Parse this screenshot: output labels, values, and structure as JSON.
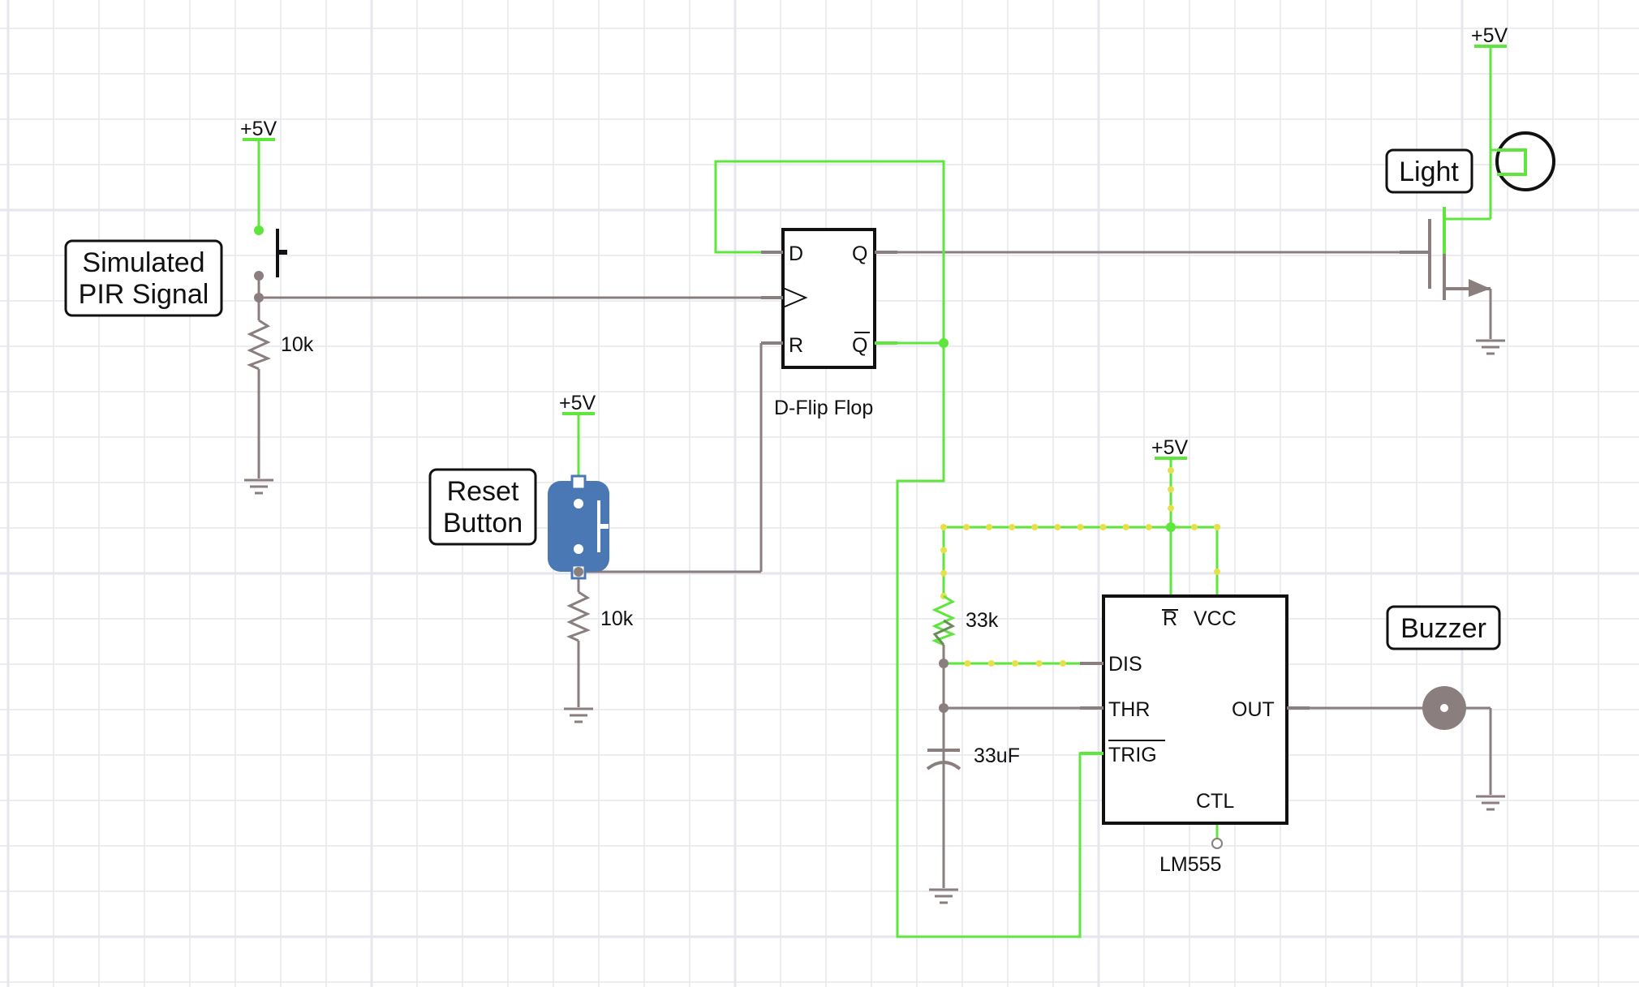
{
  "labels": {
    "pir_signal": [
      "Simulated",
      "PIR Signal"
    ],
    "reset_button": [
      "Reset",
      "Button"
    ],
    "light": "Light",
    "buzzer": "Buzzer",
    "dff_caption": "D-Flip Flop",
    "timer_caption": "LM555"
  },
  "supply": "+5V",
  "resistors": {
    "r1": "10k",
    "r2": "10k",
    "r3": "33k"
  },
  "capacitor": "33uF",
  "dff_pins": {
    "d": "D",
    "clk": "",
    "r": "R",
    "q": "Q",
    "qbar": "Q"
  },
  "timer_pins": {
    "r": "R",
    "vcc": "VCC",
    "dis": "DIS",
    "thr": "THR",
    "trig": "TRIG",
    "out": "OUT",
    "ctl": "CTL"
  },
  "colors": {
    "grid": "#e6e6ee",
    "wire": "#8a7e7e",
    "active": "#5ee63c",
    "dotted": "#e8e04a",
    "button": "#4a78b5",
    "black": "#111111"
  }
}
